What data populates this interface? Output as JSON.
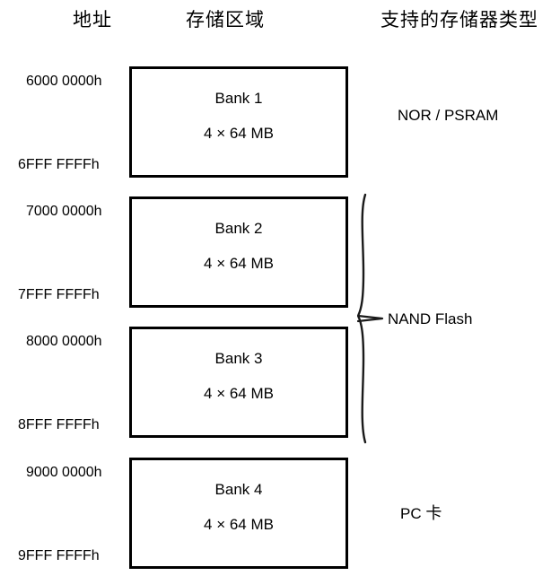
{
  "headers": {
    "address": "地址",
    "region": "存储区域",
    "memory_type": "支持的存储器类型"
  },
  "banks": [
    {
      "id": "bank1",
      "title": "Bank 1",
      "size": "4 × 64 MB",
      "address_start": "6000 0000h",
      "address_end": "6FFF FFFFh"
    },
    {
      "id": "bank2",
      "title": "Bank 2",
      "size": "4 × 64 MB",
      "address_start": "7000 0000h",
      "address_end": "7FFF FFFFh"
    },
    {
      "id": "bank3",
      "title": "Bank 3",
      "size": "4 × 64 MB",
      "address_start": "8000 0000h",
      "address_end": "8FFF FFFFh"
    },
    {
      "id": "bank4",
      "title": "Bank 4",
      "size": "4 × 64 MB",
      "address_start": "9000 0000h",
      "address_end": "9FFF FFFFh"
    }
  ],
  "memory_types": {
    "bank1": "NOR /  PSRAM",
    "bank2_bank3": "NAND Flash",
    "bank4_latin": "PC ",
    "bank4_cjk": "卡"
  },
  "colors": {
    "background": "#ffffff",
    "stroke": "#000000",
    "text": "#000000"
  }
}
